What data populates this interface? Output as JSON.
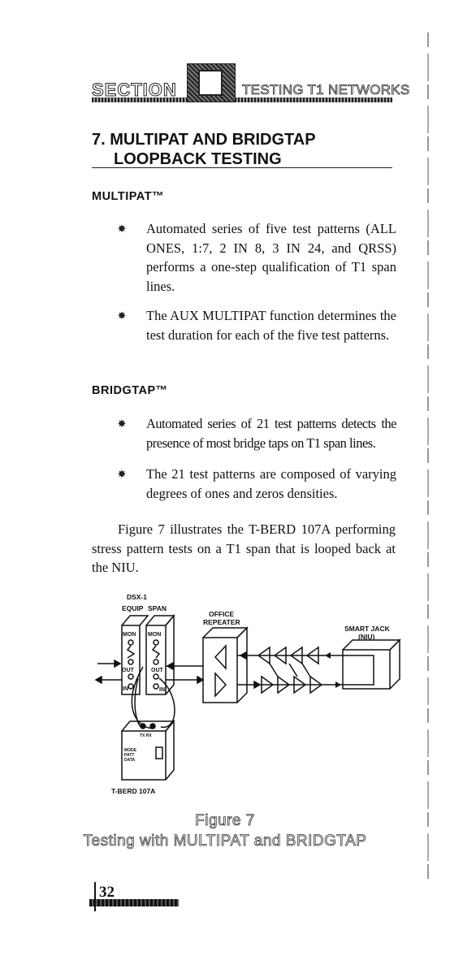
{
  "header": {
    "section_word": "SECTION",
    "section_title": "TESTING T1 NETWORKS"
  },
  "heading": {
    "number": "7.",
    "line1": "MULTIPAT AND BRIDGTAP",
    "line2": "LOOPBACK TESTING"
  },
  "multipat": {
    "title": "MULTIPAT™",
    "bullets": [
      "Automated series of five test patterns (ALL ONES, 1:7, 2 IN 8, 3 IN 24, and QRSS) performs a one-step qualification of T1 span lines.",
      "The AUX MULTIPAT function determines the test duration for each of the five test patterns."
    ]
  },
  "bridgtap": {
    "title": "BRIDGTAP™",
    "bullets": [
      "Automated series of 21 test patterns detects the presence of most bridge taps on T1 span lines.",
      "The 21 test patterns are composed of varying degrees of ones and zeros densities."
    ]
  },
  "paragraph": "Figure 7 illustrates the T-BERD 107A performing stress pattern tests on a T1 span that is looped back at the NIU.",
  "diagram": {
    "dsx_label": "DSX-1",
    "equip_label": "EQUIP",
    "span_label": "SPAN",
    "mon_label": "MON",
    "out_label": "OUT",
    "in_label": "IN",
    "office_label": "OFFICE",
    "repeater_label": "REPEATER",
    "smart_label": "SMART JACK",
    "niu_label": "(NIU)",
    "txrx_label": "TX RX",
    "mode_label": "MODE",
    "patt_label": "PATT",
    "data_label": "DATA",
    "tberd_label": "T-BERD 107A"
  },
  "figure": {
    "number": "Figure 7",
    "caption": "Testing with MULTIPAT and BRIDGTAP"
  },
  "page_number": "32"
}
